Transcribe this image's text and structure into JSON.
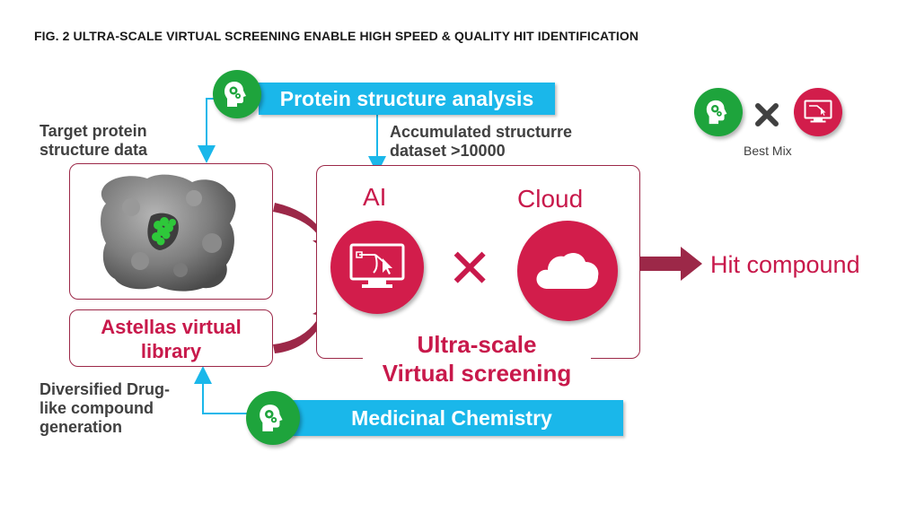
{
  "title": "FIG. 2  ULTRA-SCALE VIRTUAL SCREENING ENABLE HIGH SPEED & QUALITY HIT IDENTIFICATION",
  "protein_structure_analysis": "Protein structure analysis",
  "target_protein_line1": "Target protein",
  "target_protein_line2": "structure data",
  "accumulated_line1": "Accumulated structurre",
  "accumulated_line2": "dataset >10000",
  "ai_label": "AI",
  "cloud_label": "Cloud",
  "multiply_symbol": "✕",
  "hit_compound": "Hit compound",
  "library_line1": "Astellas virtual",
  "library_line2": "library",
  "ultra_line1": "Ultra-scale",
  "ultra_line2": "Virtual screening",
  "diversified_line1": "Diversified Drug-",
  "diversified_line2": "like compound",
  "diversified_line3": "generation",
  "medicinal_chemistry": "Medicinal Chemistry",
  "best_mix": "Best Mix",
  "colors": {
    "crimson": "#c8194b",
    "blue": "#1ab7ea",
    "green": "#1ea43c",
    "box_border": "#9c2848",
    "arrow": "#9c2848"
  },
  "icons": [
    "brain-gear-icon",
    "monitor-cursor-icon",
    "cloud-icon",
    "protein-surface-icon"
  ]
}
